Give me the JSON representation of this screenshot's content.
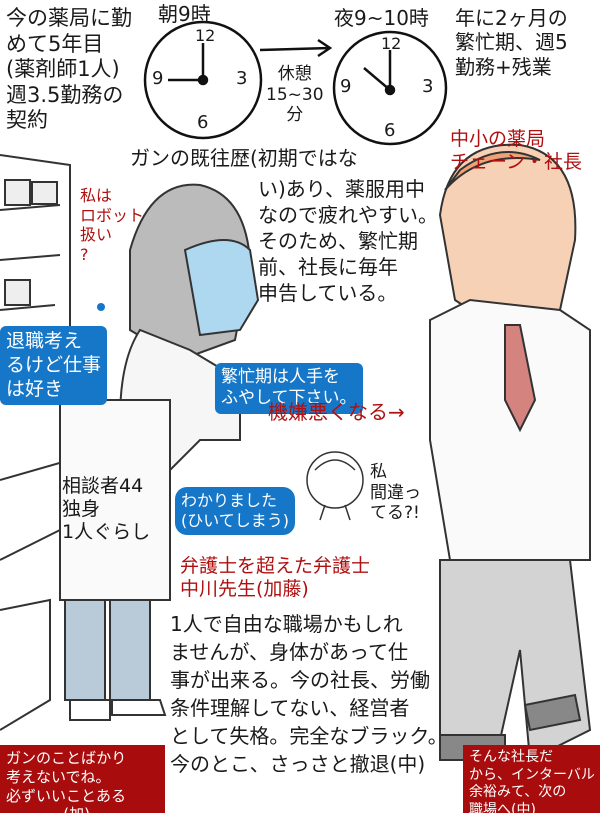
{
  "intro": "今の薬局に勤\nめて5年目\n(薬剤師1人)\n週3.5勤務の\n契約",
  "clock_morning": {
    "label": "朝9時",
    "numbers": [
      "12",
      "3",
      "6",
      "9"
    ]
  },
  "break_label": "休憩\n15~30\n分",
  "clock_night": {
    "label": "夜9~10時",
    "numbers": [
      "12",
      "3",
      "6",
      "9"
    ]
  },
  "busy_season": "年に2ヶ月の\n繁忙期、週5\n勤務+残業",
  "president_label": "中小の薬局\nチェーン・社長",
  "history": {
    "line1": "ガンの既往歴(初期ではな",
    "rest": "い)あり、薬服用中\nなので疲れやすい。\nそのため、繁忙期\n前、社長に毎年\n申告している。"
  },
  "robot_thought": "私は\nロボット\n扱い\n?",
  "quit_thought": "退職考え\nるけど仕事\nは好き",
  "speech_request": "繁忙期は人手を\nふやして下さい。",
  "mood_note": "機嫌悪くなる→",
  "consultant_info": "相談者44\n独身\n1人ぐらし",
  "speech_understood": "わかりました\n(ひいてしまう)",
  "self_doubt": "私\n間違っ\nてる?!",
  "lawyer_title": "弁護士を超えた弁護士\n中川先生(加藤)",
  "lawyer_advice": "1人で自由な職場かもしれ\nませんが、身体があって仕\n事が出来る。今の社長、労働\n条件理解してない、経営者\nとして失格。完全なブラック。\n今のとこ、さっさと撤退(中)",
  "note_left": "ガンのことばかり\n考えないでね。\n必ずいいことある\n            (加)",
  "note_right": "そんな社長だ\nから、インターバル\n余裕みて、次の\n職場へ(中)",
  "colors": {
    "red": "#b01010",
    "blue": "#1677c8",
    "box_red": "#a80c0c"
  }
}
